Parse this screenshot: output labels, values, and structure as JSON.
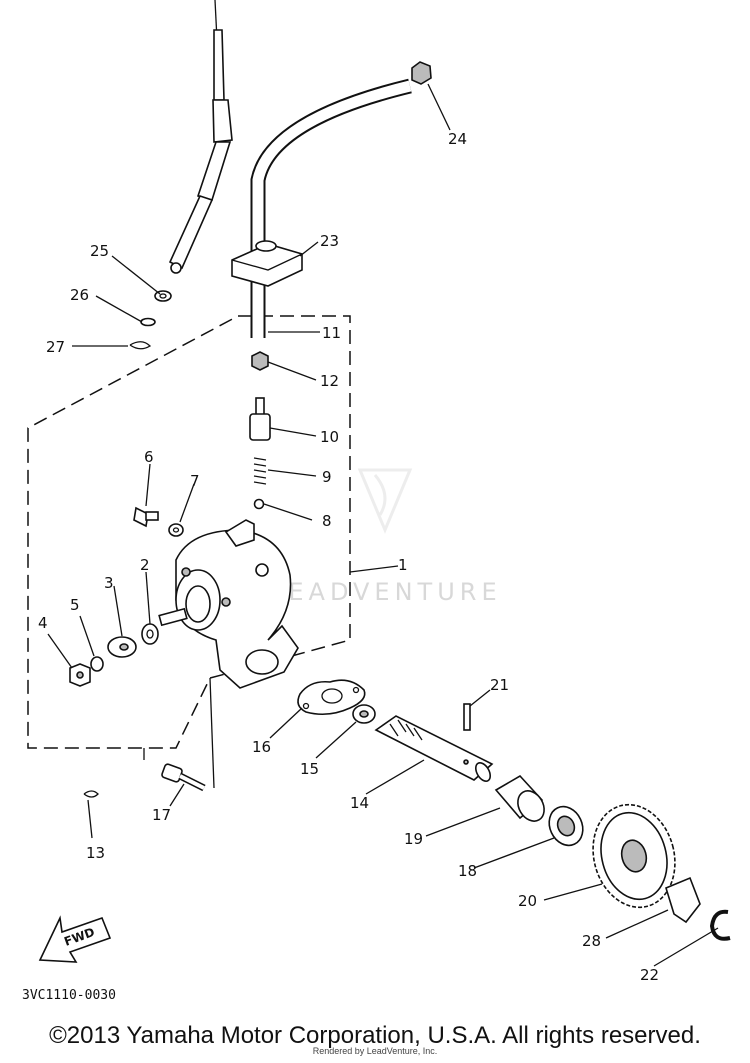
{
  "part_numbers": [
    "1",
    "2",
    "3",
    "4",
    "5",
    "6",
    "7",
    "8",
    "9",
    "10",
    "11",
    "12",
    "13",
    "14",
    "15",
    "16",
    "17",
    "18",
    "19",
    "20",
    "21",
    "22",
    "23",
    "24",
    "25",
    "26",
    "27",
    "28"
  ],
  "diagram_code": "3VC1110-0030",
  "fwd_label": "FWD",
  "watermark": "LEADVENTURE",
  "copyright": "©2013 Yamaha Motor Corporation, U.S.A. All rights reserved.",
  "rendered_by": "Rendered by LeadVenture, Inc."
}
